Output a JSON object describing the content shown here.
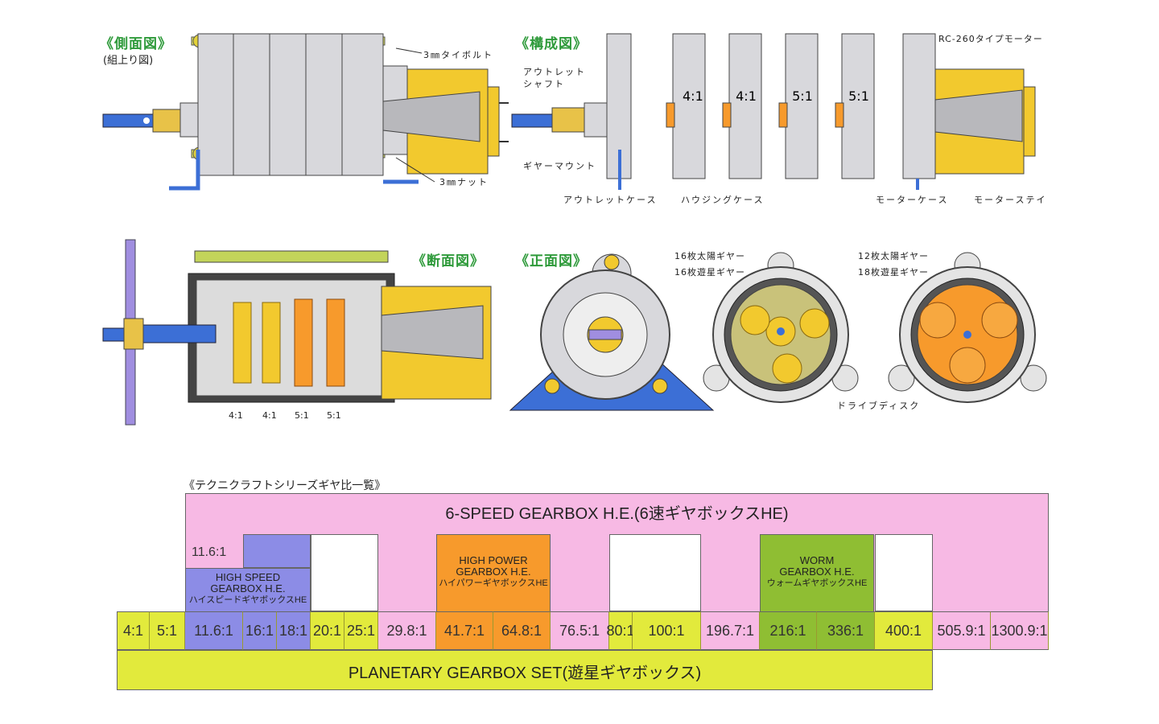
{
  "sections": {
    "side_view": "《側面図》",
    "side_view_sub": "(組上り図)",
    "composition": "《構成図》",
    "cross_section": "《断面図》",
    "front_view": "《正面図》",
    "ratio_list": "《テクニクラフトシリーズギヤ比一覧》"
  },
  "labels": {
    "tie_bolt": "3㎜タイボルト",
    "nut": "3㎜ナット",
    "outlet_shaft": "アウトレット シャフト",
    "gear_mount": "ギヤーマウント",
    "outlet_case": "アウトレットケース",
    "housing_case": "ハウジングケース",
    "motor_case": "モーターケース",
    "motor_stay": "モーターステイ",
    "motor": "RC-260タイプモーター",
    "sun16": "16枚太陽ギヤー",
    "planet16": "16枚遊星ギヤー",
    "sun12": "12枚太陽ギヤー",
    "planet18": "18枚遊星ギヤー",
    "drive_disc": "ドライブディスク"
  },
  "housing_ratios": [
    "4:1",
    "4:1",
    "5:1",
    "5:1"
  ],
  "section_ratios": [
    "4:1",
    "4:1",
    "5:1",
    "5:1"
  ],
  "colors": {
    "green_heading": "#2e9a3a",
    "pink": "#f7b9e4",
    "lime": "#e2ea3c",
    "purple": "#8c8ce6",
    "orange": "#f79a2c",
    "olive": "#8fbe33",
    "yellow_motor": "#f2c92e",
    "blue_shaft": "#3c6fd6",
    "gray_case": "#d8d8dc",
    "lavender_disc": "#a08ee0"
  },
  "table": {
    "six_speed": "6-SPEED GEARBOX H.E.(6速ギヤボックスHE)",
    "planetary": "PLANETARY GEARBOX SET(遊星ギヤボックス)",
    "hs_top": "11.6:1",
    "high_speed": [
      "HIGH SPEED",
      "GEARBOX H.E.",
      "ハイスピードギヤボックスHE"
    ],
    "high_power": [
      "HIGH POWER",
      "GEARBOX H.E.",
      "ハイパワーギヤボックスHE"
    ],
    "worm": [
      "WORM",
      "GEARBOX H.E.",
      "ウォームギヤボックスHE"
    ],
    "ratios": [
      "4:1",
      "5:1",
      "11.6:1",
      "16:1",
      "18:1",
      "20:1",
      "25:1",
      "29.8:1",
      "41.7:1",
      "64.8:1",
      "76.5:1",
      "80:1",
      "100:1",
      "196.7:1",
      "216:1",
      "336:1",
      "400:1",
      "505.9:1",
      "1300.9:1"
    ]
  }
}
